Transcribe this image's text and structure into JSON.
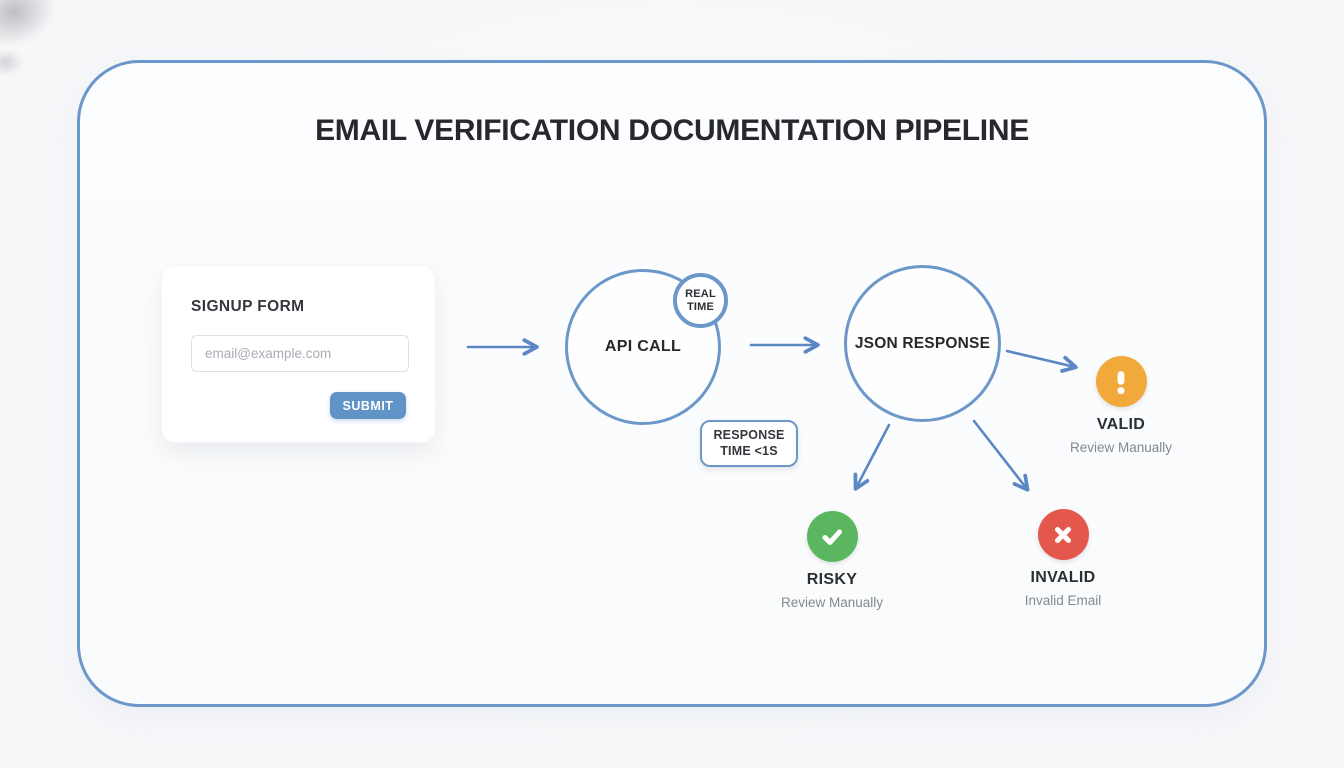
{
  "title": "EMAIL VERIFICATION DOCUMENTATION PIPELINE",
  "signup_form": {
    "heading": "SIGNUP FORM",
    "email_placeholder": "email@example.com",
    "submit_label": "SUBMIT"
  },
  "nodes": {
    "api_call": {
      "label": "API CALL"
    },
    "real_time_badge": {
      "line1": "REAL",
      "line2": "TIME"
    },
    "json_response": {
      "label": "JSON RESPONSE"
    },
    "response_time_note": {
      "line1": "RESPONSE",
      "line2": "TIME <1S"
    }
  },
  "outcomes": [
    {
      "id": "valid",
      "label": "VALID",
      "sublabel": "Review Manually",
      "icon": "exclamation-icon",
      "color": "#F2A93B"
    },
    {
      "id": "risky",
      "label": "RISKY",
      "sublabel": "Review Manually",
      "icon": "check-icon",
      "color": "#5BB75F"
    },
    {
      "id": "invalid",
      "label": "INVALID",
      "sublabel": "Invalid Email",
      "icon": "cross-icon",
      "color": "#E4574C"
    }
  ],
  "colors": {
    "outline_blue": "#6C97C9",
    "arrow_blue": "#5B87C5",
    "submit_button": "#6093C6",
    "valid_orange": "#F2A93B",
    "risky_green": "#5BB75F",
    "invalid_red": "#E4574C",
    "text_dark": "#2B2E33",
    "text_gray": "#83888F",
    "background": "#F6F7F9"
  }
}
